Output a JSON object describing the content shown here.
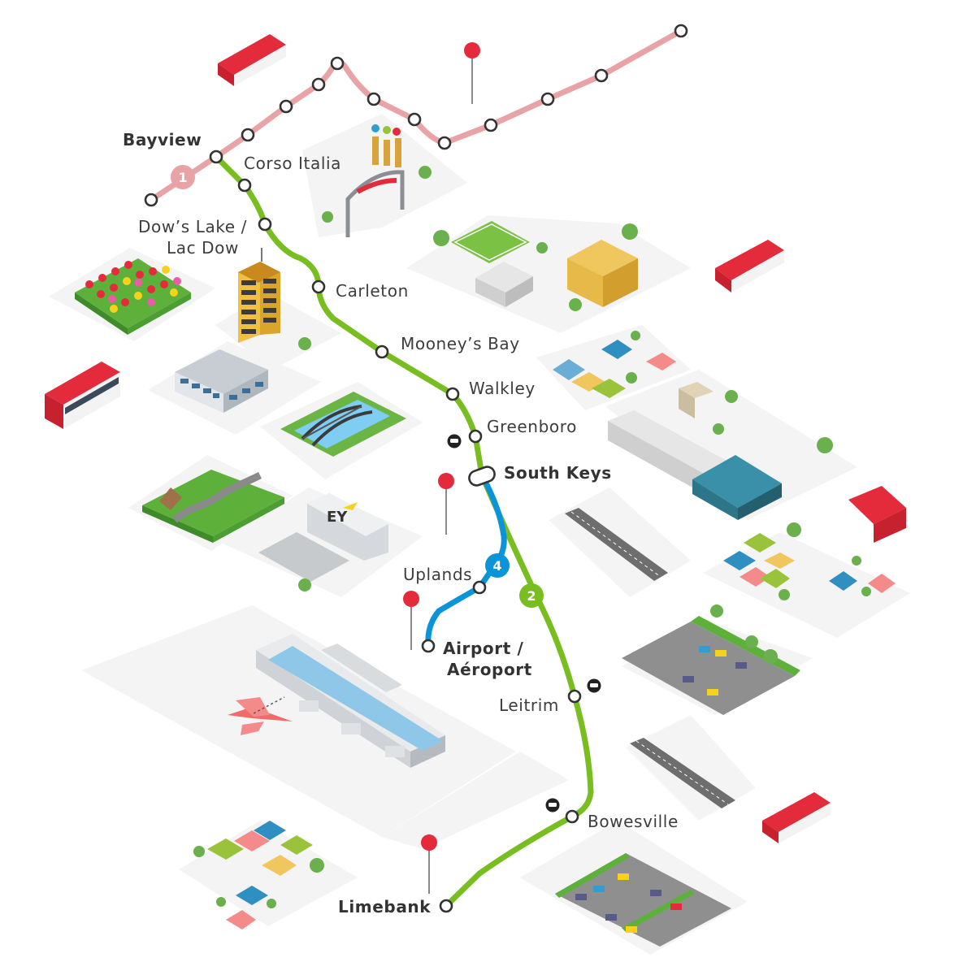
{
  "map": {
    "lines": [
      {
        "id": "line-1",
        "number": "1",
        "color": "#e8a3a6"
      },
      {
        "id": "line-2",
        "number": "2",
        "color": "#78be20"
      },
      {
        "id": "line-4",
        "number": "4",
        "color": "#0b94d8"
      }
    ],
    "stations": {
      "bayview": "Bayview",
      "corso_italia": "Corso Italia",
      "dows_lake_1": "Dow’s Lake /",
      "dows_lake_2": "Lac Dow",
      "carleton": "Carleton",
      "mooneys_bay": "Mooney’s Bay",
      "walkley": "Walkley",
      "greenboro": "Greenboro",
      "south_keys": "South Keys",
      "uplands": "Uplands",
      "airport_1": "Airport /",
      "airport_2": "Aéroport",
      "leitrim": "Leitrim",
      "bowesville": "Bowesville",
      "limebank": "Limebank"
    },
    "landmarks": {
      "ey_centre_sign": "EY"
    },
    "icons": [
      "bus-icon",
      "park-and-ride-icon",
      "bus-stop-icon",
      "tulip-field-icon",
      "stadium-icon",
      "airport-icon"
    ]
  }
}
